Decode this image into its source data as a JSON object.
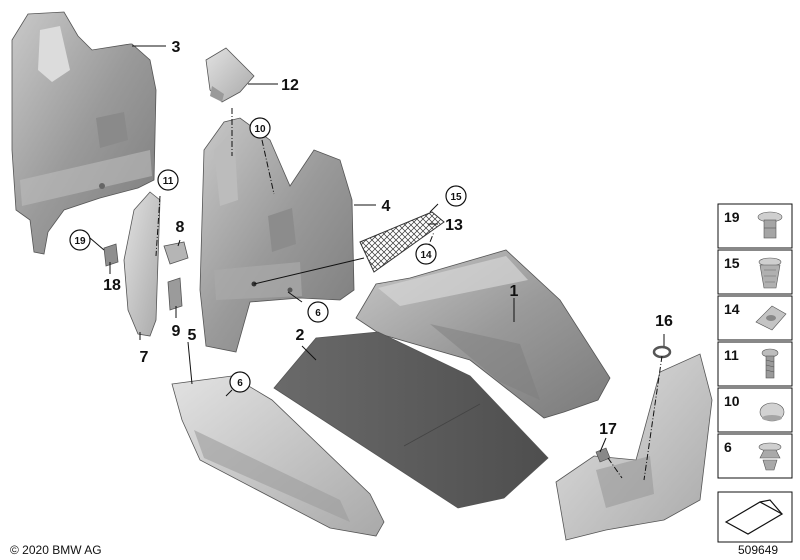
{
  "diagram": {
    "callouts": [
      {
        "id": "c1",
        "label": "1"
      },
      {
        "id": "c2",
        "label": "2"
      },
      {
        "id": "c3",
        "label": "3"
      },
      {
        "id": "c4",
        "label": "4"
      },
      {
        "id": "c5",
        "label": "5"
      },
      {
        "id": "c7",
        "label": "7"
      },
      {
        "id": "c8",
        "label": "8"
      },
      {
        "id": "c9",
        "label": "9"
      },
      {
        "id": "c12",
        "label": "12"
      },
      {
        "id": "c13",
        "label": "13"
      },
      {
        "id": "c16",
        "label": "16"
      },
      {
        "id": "c17",
        "label": "17"
      },
      {
        "id": "c18",
        "label": "18"
      }
    ],
    "circled_callouts": [
      {
        "id": "cc6a",
        "label": "6"
      },
      {
        "id": "cc6b",
        "label": "6"
      },
      {
        "id": "cc10",
        "label": "10"
      },
      {
        "id": "cc11",
        "label": "11"
      },
      {
        "id": "cc14",
        "label": "14"
      },
      {
        "id": "cc15",
        "label": "15"
      },
      {
        "id": "cc19",
        "label": "19"
      }
    ],
    "fastener_panel": [
      {
        "label": "19",
        "icon": "push-rivet-icon"
      },
      {
        "label": "15",
        "icon": "expanding-clip-icon"
      },
      {
        "label": "14",
        "icon": "spring-nut-icon"
      },
      {
        "label": "11",
        "icon": "screw-icon"
      },
      {
        "label": "10",
        "icon": "cap-plug-icon"
      },
      {
        "label": "6",
        "icon": "fir-tree-clip-icon"
      }
    ],
    "copyright": "© 2020 BMW AG",
    "diagram_number": "509649"
  }
}
